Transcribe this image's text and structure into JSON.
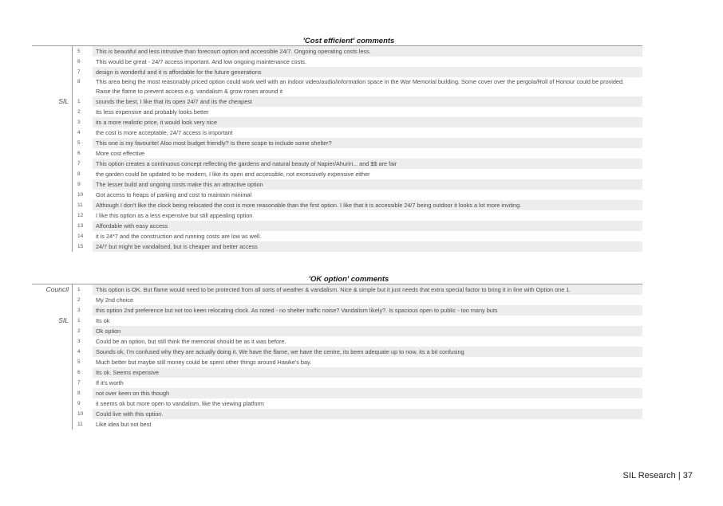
{
  "cost_efficient": {
    "title": "'Cost efficient' comments",
    "rows": [
      {
        "group": "",
        "num": "5",
        "text": "This is beautiful and less intrusive than forecourt option and accessible 24/7. Ongoing operating costs less."
      },
      {
        "group": "",
        "num": "6",
        "text": "This would be great - 24/7 access important. And low ongoing maintenance costs."
      },
      {
        "group": "",
        "num": "7",
        "text": "design is wonderful and it is affordable for the future generations"
      },
      {
        "group": "",
        "num": "8",
        "text": "This area being the most reasonably priced option could work well with an indoor video/audio/information space in the War Memorial building. Some cover over the pergola/Roll of Honour could be provided. Raise the flame to prevent access e.g. vandalism & grow roses around it"
      },
      {
        "group": "SIL",
        "num": "1",
        "text": "sounds the best, I like that its open 24/7 and its the cheapest"
      },
      {
        "group": "",
        "num": "2",
        "text": "Its less expensive and probably looks better"
      },
      {
        "group": "",
        "num": "3",
        "text": "its a more realistic price, it would look very nice"
      },
      {
        "group": "",
        "num": "4",
        "text": "the cost is more acceptable, 24/7 access is important"
      },
      {
        "group": "",
        "num": "5",
        "text": "This one is my favourite! Also most budget friendly?  Is there scope to include some shelter?"
      },
      {
        "group": "",
        "num": "6",
        "text": "More cost effective"
      },
      {
        "group": "",
        "num": "7",
        "text": "This option creates a continuous concept reflecting the gardens and natural beauty of Napier/Ahuriri... and $$ are fair"
      },
      {
        "group": "",
        "num": "8",
        "text": "the garden could be updated to be modern, I like its open and accessible, not excessively expensive either"
      },
      {
        "group": "",
        "num": "9",
        "text": "The lesser build and ongoing costs make this an attractive option"
      },
      {
        "group": "",
        "num": "10",
        "text": "Got access to heaps of parking and cost to maintain minimal"
      },
      {
        "group": "",
        "num": "11",
        "text": "Although I don't like the clock being relocated the cost is more reasonable than the first option. I like that it is accessible 24/7 being outdoor it looks a lot more inviting."
      },
      {
        "group": "",
        "num": "12",
        "text": "I like this option as a less expensive but still appealing option"
      },
      {
        "group": "",
        "num": "13",
        "text": "Affordable with easy access"
      },
      {
        "group": "",
        "num": "14",
        "text": "it is 24*7 and the construction and running costs are low as well."
      },
      {
        "group": "",
        "num": "15",
        "text": "24/7 but might be vandalised, but is cheaper and better access"
      }
    ]
  },
  "ok_option": {
    "title": "'OK option' comments",
    "rows": [
      {
        "group": "Council",
        "num": "1",
        "text": "This option is OK. But flame would need to be protected from all sorts of weather & vandalism. Nice & simple but it just needs that extra special factor to bring it in line with Option one 1."
      },
      {
        "group": "",
        "num": "2",
        "text": "My 2nd choice"
      },
      {
        "group": "",
        "num": "3",
        "text": "this option 2nd preference but not too keen relocating clock. As noted - no shelter traffic noise? Vandalism likely?. Is spacious open to public - too many buts"
      },
      {
        "group": "SIL",
        "num": "1",
        "text": "Its ok"
      },
      {
        "group": "",
        "num": "2",
        "text": "Ok option"
      },
      {
        "group": "",
        "num": "3",
        "text": "Could be an option, but still think the memorial should be as it was before."
      },
      {
        "group": "",
        "num": "4",
        "text": "Sounds ok, I'm confused why they are actually doing it. We have the flame, we have the centre, its been adequate up to now, its a bit confusing"
      },
      {
        "group": "",
        "num": "5",
        "text": "Much better but maybe still money could be spent other things around Hawke's bay."
      },
      {
        "group": "",
        "num": "6",
        "text": "Its ok. Seems expensive"
      },
      {
        "group": "",
        "num": "7",
        "text": "If it's worth"
      },
      {
        "group": "",
        "num": "8",
        "text": "not over keen on this though"
      },
      {
        "group": "",
        "num": "9",
        "text": "it seems ok but more open to vandalism, like the viewing platform"
      },
      {
        "group": "",
        "num": "10",
        "text": "Could live with this option."
      },
      {
        "group": "",
        "num": "11",
        "text": "Like idea but not best"
      }
    ]
  },
  "footer": "SIL Research | 37"
}
